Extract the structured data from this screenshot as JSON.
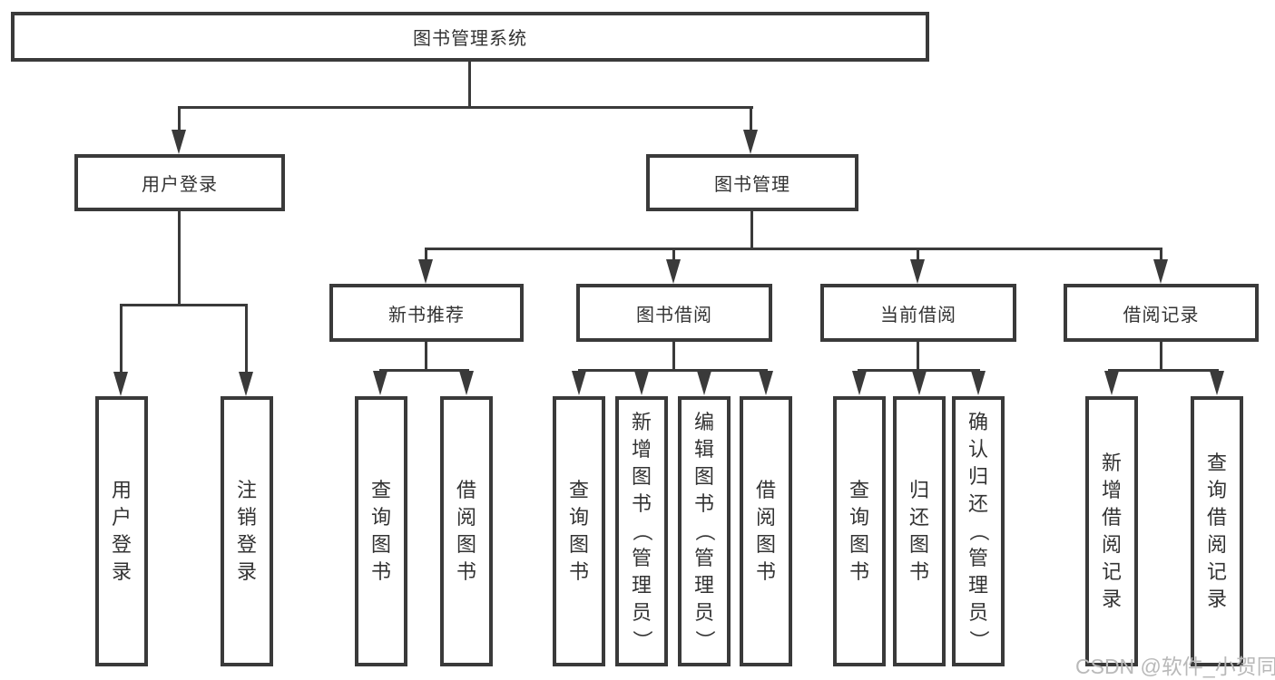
{
  "diagram": {
    "root": {
      "label": "图书管理系统"
    },
    "level2": [
      {
        "label": "用户登录"
      },
      {
        "label": "图书管理"
      }
    ],
    "level3": [
      {
        "label": "新书推荐"
      },
      {
        "label": "图书借阅"
      },
      {
        "label": "当前借阅"
      },
      {
        "label": "借阅记录"
      }
    ],
    "leaves": [
      {
        "label": "用户登录"
      },
      {
        "label": "注销登录"
      },
      {
        "label": "查询图书"
      },
      {
        "label": "借阅图书"
      },
      {
        "label": "查询图书"
      },
      {
        "label": "新增图书（管理员）"
      },
      {
        "label": "编辑图书（管理员）"
      },
      {
        "label": "借阅图书"
      },
      {
        "label": "查询图书"
      },
      {
        "label": "归还图书"
      },
      {
        "label": "确认归还（管理员）"
      },
      {
        "label": "新增借阅记录"
      },
      {
        "label": "查询借阅记录"
      }
    ]
  },
  "watermark": "CSDN @软件_小贺同学",
  "colors": {
    "line": "#3a3a3a",
    "text": "#333333",
    "watermark": "#b9b9b9",
    "background": "#ffffff"
  }
}
